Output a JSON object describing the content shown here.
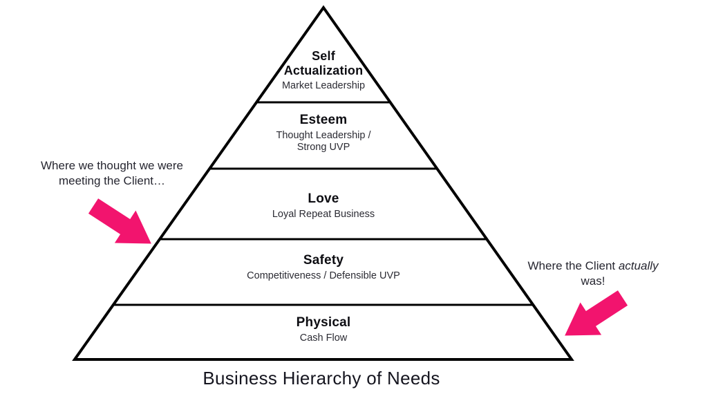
{
  "diagram_title": "Business Hierarchy of Needs",
  "pyramid": {
    "levels": [
      {
        "title": "Self Actualization",
        "subtitle": "Market Leadership"
      },
      {
        "title": "Esteem",
        "subtitle_line1": "Thought Leadership /",
        "subtitle_line2": "Strong UVP"
      },
      {
        "title": "Love",
        "subtitle": "Loyal Repeat Business"
      },
      {
        "title": "Safety",
        "subtitle": "Competitiveness / Defensible UVP"
      },
      {
        "title": "Physical",
        "subtitle": "Cash Flow"
      }
    ]
  },
  "annotations": {
    "left": {
      "line1": "Where we thought we were",
      "line2": "meeting the Client…"
    },
    "right": {
      "line1_prefix": "Where the Client ",
      "line1_italic": "actually",
      "line2": "was!"
    }
  },
  "colors": {
    "arrow_pink": "#F2146E",
    "line_black": "#000000"
  }
}
